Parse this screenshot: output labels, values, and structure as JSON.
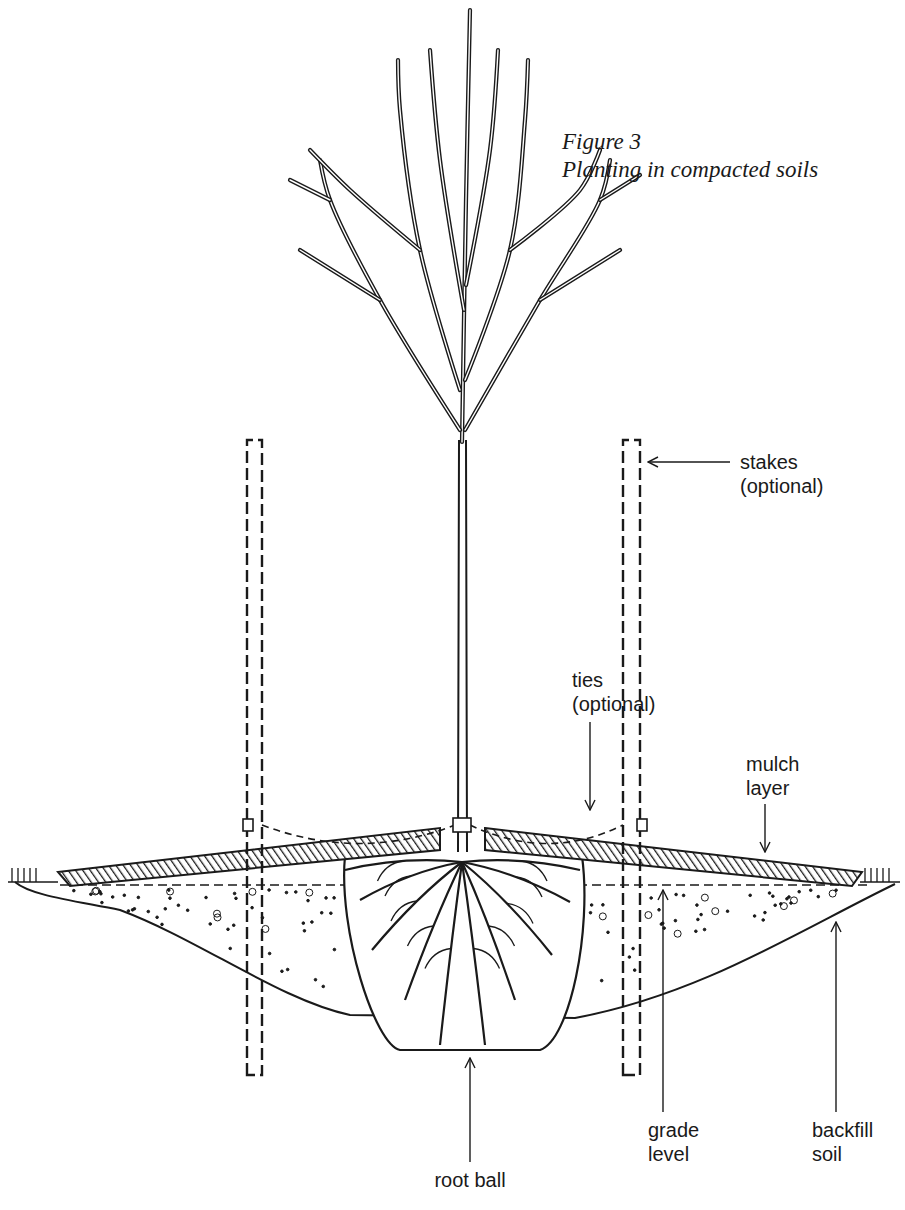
{
  "diagram": {
    "title": "Figure 3",
    "caption": "Planting in compacted soils",
    "labels": [
      "stakes (optional)",
      "ties (optional)",
      "mulch layer",
      "grade level",
      "backfill soil",
      "root ball"
    ]
  }
}
